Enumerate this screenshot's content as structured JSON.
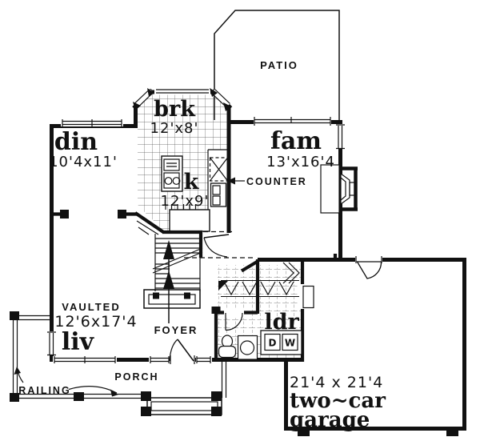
{
  "colors": {
    "ink": "#111111",
    "paper": "#ffffff"
  },
  "rooms": {
    "dining": {
      "name": "din",
      "dims": "10'4x11'"
    },
    "breakfast": {
      "name": "brk",
      "dims": "12'x8'"
    },
    "kitchen": {
      "name": "k",
      "dims": "12'x9'"
    },
    "family": {
      "name": "fam",
      "dims": "13'x16'4"
    },
    "living": {
      "name": "liv",
      "note": "VAULTED",
      "dims": "12'6x17'4"
    },
    "laundry": {
      "name": "ldr"
    },
    "garage": {
      "dims": "21'4 x 21'4",
      "line1": "two~car",
      "line2": "garage"
    }
  },
  "labels": {
    "patio": "PATIO",
    "counter": "COUNTER",
    "foyer": "FOYER",
    "porch": "PORCH",
    "railing": "RAILING"
  },
  "appliances": {
    "dryer": "D",
    "washer": "W"
  }
}
